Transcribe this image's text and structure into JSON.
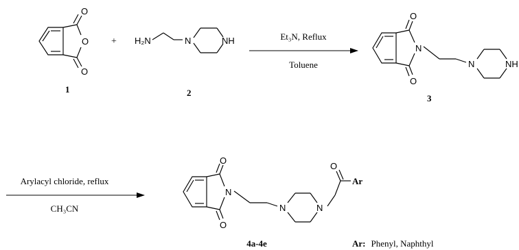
{
  "reactants": {
    "compound_1_label": "1",
    "compound_1_atoms": [
      "O",
      "O",
      "O"
    ],
    "plus_sign": "+",
    "compound_2_label": "2",
    "compound_2_amine": "H₂N",
    "compound_2_atoms": [
      "N",
      "NH"
    ]
  },
  "step1": {
    "reagent_top": "Et₃N, Reflux",
    "reagent_bottom": "Toluene"
  },
  "product3": {
    "label": "3",
    "atoms": [
      "O",
      "N",
      "O",
      "N",
      "NH"
    ]
  },
  "step2": {
    "reagent_top": "Arylacyl chloride, reflux",
    "reagent_bottom": "CH₃CN"
  },
  "product4": {
    "label": "4a-4e",
    "atoms": [
      "O",
      "N",
      "O",
      "N",
      "N",
      "O"
    ],
    "aryl_group": "Ar"
  },
  "aryl_legend": {
    "prefix": "Ar:",
    "text": "Phenyl, Naphthyl"
  }
}
